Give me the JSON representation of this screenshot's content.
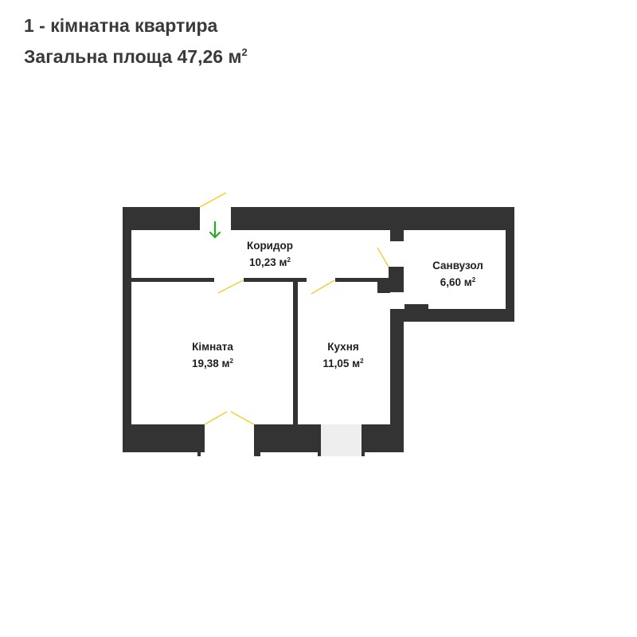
{
  "apartment": {
    "title": "1 - кімнатна квартира",
    "area_label": "Загальна площа 47,26 м",
    "area_sup": "2"
  },
  "colors": {
    "wall": "#333333",
    "door_swing": "#f2c500",
    "entry_arrow": "#22b022",
    "window": "#eeeeee"
  },
  "rooms": [
    {
      "name": "Коридор",
      "area": "10,23 м",
      "sup": "2"
    },
    {
      "name": "Санвузол",
      "area": "6,60 м",
      "sup": "2"
    },
    {
      "name": "Кімната",
      "area": "19,38 м",
      "sup": "2"
    },
    {
      "name": "Кухня",
      "area": "11,05 м",
      "sup": "2"
    }
  ],
  "entry_icon": "arrow-down-icon"
}
